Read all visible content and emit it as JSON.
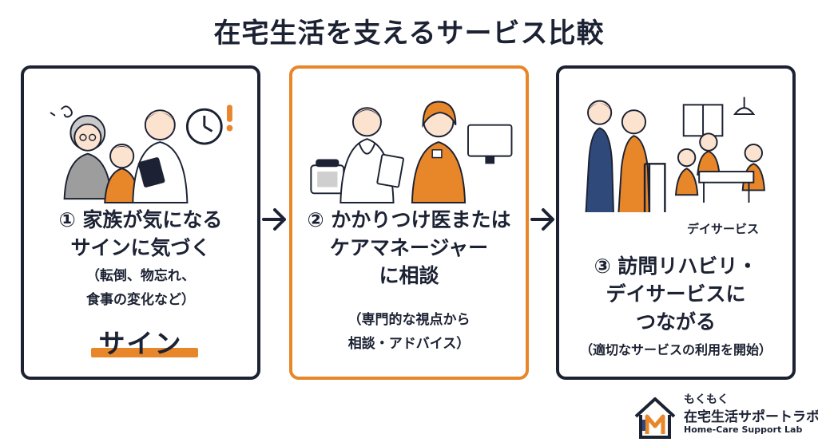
{
  "title": "在宅生活を支えるサービス比較",
  "steps": [
    {
      "heading_line1": "① 家族が気になる",
      "heading_line2": "サインに気づく",
      "note_line1": "（転倒、物忘れ、",
      "note_line2": "食事の変化など）",
      "keyword": "サイン"
    },
    {
      "heading_line1": "② かかりつけ医または",
      "heading_line2": "ケアマネージャー",
      "heading_line3": "に相談",
      "note_line1": "（専門的な視点から",
      "note_line2": "相談・アドバイス）"
    },
    {
      "image_label": "デイサービス",
      "heading_line1": "③ 訪問リハビリ・",
      "heading_line2": "デイサービスに",
      "heading_line3": "つながる",
      "note_line1": "（適切なサービスの利用を開始）"
    }
  ],
  "logo": {
    "name_line1": "もくもく",
    "name_line2": "在宅生活サポートラボ",
    "english": "Home-Care Support Lab"
  },
  "colors": {
    "navy": "#1c2233",
    "orange": "#e8862a"
  }
}
